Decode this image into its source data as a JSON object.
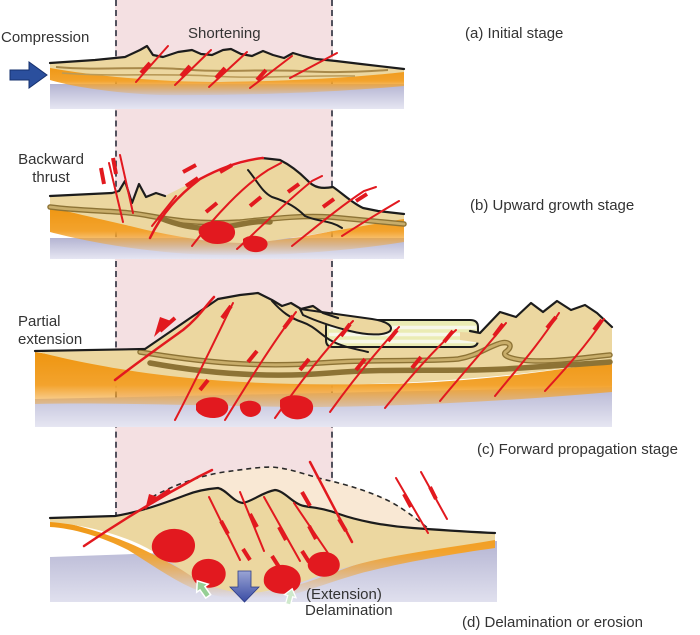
{
  "figure": {
    "labels": {
      "compression": "Compression",
      "shortening": "Shortening",
      "backward_thrust": "Backward thrust",
      "partial_extension": "Partial extension",
      "extension": "(Extension)",
      "delamination": "Delamination"
    },
    "captions": {
      "a": "(a) Initial stage",
      "b": "(b) Upward growth stage",
      "c": "(c) Forward propagation stage",
      "d": "(d) Delamination or erosion"
    },
    "colors": {
      "red": "#e2191f",
      "tan": "#ecd7a0",
      "brown": "#8d7335",
      "brown_light": "#c8ad6a",
      "orange": "#ee9510",
      "lavender": "#b4b4d2",
      "lavender_light": "#e6e6f2",
      "pink_band": "#f4e0e2",
      "peach": "#f9e8d4",
      "blue": "#2b4f9d",
      "blue_arrow": "#3e50a6",
      "green": "#96cf95",
      "block_yellow": "#ebecb4",
      "line": "#1c1c1c",
      "dash": "#52525e",
      "text": "#333333"
    }
  }
}
